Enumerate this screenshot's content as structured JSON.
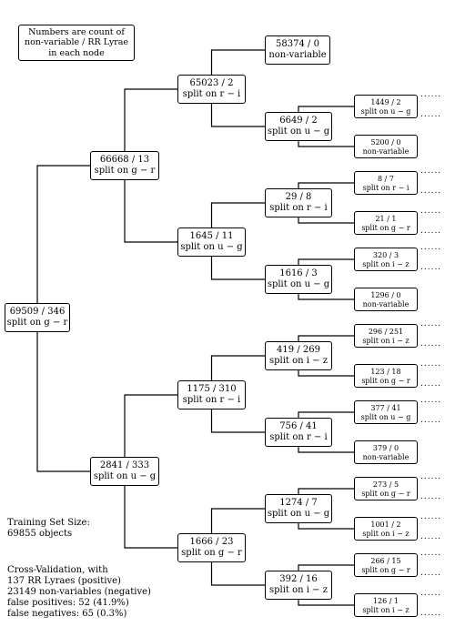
{
  "legend": [
    "Numbers are count of",
    "non-variable / RR Lyrae",
    "in each node"
  ],
  "training": [
    "Training Set Size:",
    "69855 objects"
  ],
  "crossval": [
    "Cross-Validation, with",
    "137 RR Lyraes (positive)",
    "23149 non-variables (negative)",
    "false positives: 52 (41.9%)",
    "false negatives: 65 (0.3%)"
  ],
  "continuation": "......",
  "nodes": [
    {
      "count": "69509 / 346",
      "split": "split on g − r"
    },
    {
      "count": "66668 / 13",
      "split": "split on g − r"
    },
    {
      "count": "2841 / 333",
      "split": "split on u − g"
    },
    {
      "count": "65023 / 2",
      "split": "split on r − i"
    },
    {
      "count": "1645 / 11",
      "split": "split on u − g"
    },
    {
      "count": "1175 / 310",
      "split": "split on r − i"
    },
    {
      "count": "1666 / 23",
      "split": "split on g − r"
    },
    {
      "count": "58374 / 0",
      "split": "non-variable"
    },
    {
      "count": "6649 / 2",
      "split": "split on u − g"
    },
    {
      "count": "29 / 8",
      "split": "split on r − i"
    },
    {
      "count": "1616 / 3",
      "split": "split on u − g"
    },
    {
      "count": "419 / 269",
      "split": "split on i − z"
    },
    {
      "count": "756 / 41",
      "split": "split on r − i"
    },
    {
      "count": "1274 / 7",
      "split": "split on u − g"
    },
    {
      "count": "392 / 16",
      "split": "split on i − z"
    },
    {
      "count": "1449 / 2",
      "split": "split on u − g"
    },
    {
      "count": "5200 / 0",
      "split": "non-variable"
    },
    {
      "count": "8 / 7",
      "split": "split on r − i"
    },
    {
      "count": "21 / 1",
      "split": "split on g − r"
    },
    {
      "count": "320 / 3",
      "split": "split on i − z"
    },
    {
      "count": "1296 / 0",
      "split": "non-variable"
    },
    {
      "count": "296 / 251",
      "split": "split on i − z"
    },
    {
      "count": "123 / 18",
      "split": "split on g − r"
    },
    {
      "count": "377 / 41",
      "split": "split on u − g"
    },
    {
      "count": "379 / 0",
      "split": "non-variable"
    },
    {
      "count": "273 / 5",
      "split": "split on g − r"
    },
    {
      "count": "1001 / 2",
      "split": "split on i − z"
    },
    {
      "count": "266 / 15",
      "split": "split on g − r"
    },
    {
      "count": "126 / 1",
      "split": "split on i − z"
    }
  ],
  "edges": [
    [
      0,
      1
    ],
    [
      0,
      2
    ],
    [
      1,
      3
    ],
    [
      1,
      4
    ],
    [
      2,
      5
    ],
    [
      2,
      6
    ],
    [
      3,
      7
    ],
    [
      3,
      8
    ],
    [
      4,
      9
    ],
    [
      4,
      10
    ],
    [
      5,
      11
    ],
    [
      5,
      12
    ],
    [
      6,
      13
    ],
    [
      6,
      14
    ],
    [
      8,
      15
    ],
    [
      8,
      16
    ],
    [
      9,
      17
    ],
    [
      9,
      18
    ],
    [
      10,
      19
    ],
    [
      10,
      20
    ],
    [
      11,
      21
    ],
    [
      11,
      22
    ],
    [
      12,
      23
    ],
    [
      12,
      24
    ],
    [
      13,
      25
    ],
    [
      13,
      26
    ],
    [
      14,
      27
    ],
    [
      14,
      28
    ]
  ]
}
